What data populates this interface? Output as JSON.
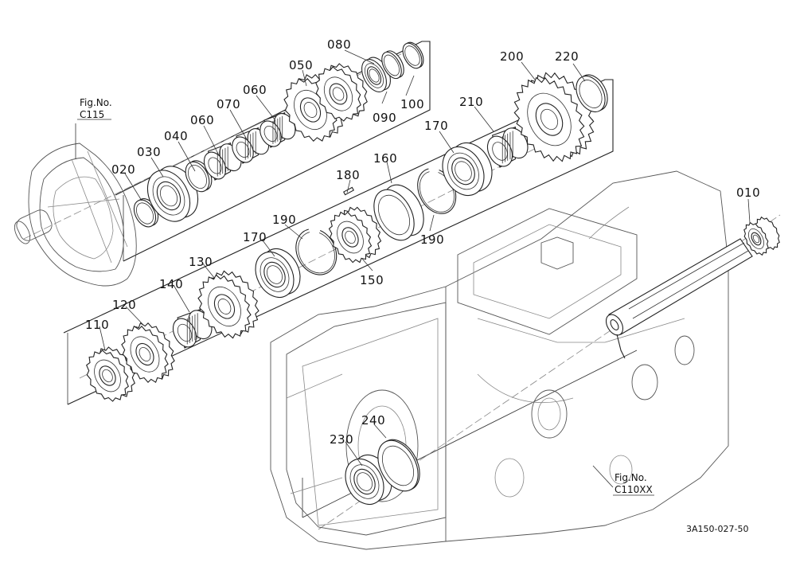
{
  "parts": [
    {
      "id": "010",
      "label": "010"
    },
    {
      "id": "020",
      "label": "020"
    },
    {
      "id": "030",
      "label": "030"
    },
    {
      "id": "040",
      "label": "040"
    },
    {
      "id": "050",
      "label": "050"
    },
    {
      "id": "060a",
      "label": "060"
    },
    {
      "id": "060b",
      "label": "060"
    },
    {
      "id": "070",
      "label": "070"
    },
    {
      "id": "080",
      "label": "080"
    },
    {
      "id": "090",
      "label": "090"
    },
    {
      "id": "100",
      "label": "100"
    },
    {
      "id": "110",
      "label": "110"
    },
    {
      "id": "120",
      "label": "120"
    },
    {
      "id": "130",
      "label": "130"
    },
    {
      "id": "140",
      "label": "140"
    },
    {
      "id": "150",
      "label": "150"
    },
    {
      "id": "160",
      "label": "160"
    },
    {
      "id": "170a",
      "label": "170"
    },
    {
      "id": "170b",
      "label": "170"
    },
    {
      "id": "180",
      "label": "180"
    },
    {
      "id": "190a",
      "label": "190"
    },
    {
      "id": "190b",
      "label": "190"
    },
    {
      "id": "200",
      "label": "200"
    },
    {
      "id": "210",
      "label": "210"
    },
    {
      "id": "220",
      "label": "220"
    },
    {
      "id": "230",
      "label": "230"
    },
    {
      "id": "240",
      "label": "240"
    }
  ],
  "references": {
    "fig_c115": {
      "line1": "Fig.No.",
      "line2": "C115"
    },
    "fig_c110xx": {
      "line1": "Fig.No.",
      "line2": "C110XX"
    }
  },
  "drawing_code": "3A150-027-50"
}
